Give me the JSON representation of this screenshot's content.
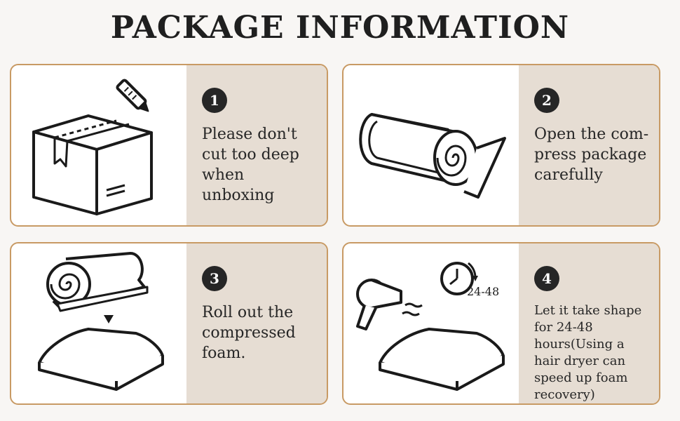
{
  "title": "PACKAGE INFORMATION",
  "steps": [
    {
      "number": "1",
      "text": "Please don't cut too deep when unboxing",
      "icon": "box-cutter-icon"
    },
    {
      "number": "2",
      "text": "Open the com-press package carefully",
      "icon": "rolled-package-icon"
    },
    {
      "number": "3",
      "text": "Roll out the compressed foam.",
      "icon": "unroll-foam-icon"
    },
    {
      "number": "4",
      "text": "Let it take shape for 24-48 hours(Using a hair dryer can speed up foam recovery)",
      "icon": "hair-dryer-clock-icon",
      "timer_label": "24-48"
    }
  ],
  "colors": {
    "border": "#c89a64",
    "panel": "#e6ddd3",
    "badge": "#262626"
  }
}
